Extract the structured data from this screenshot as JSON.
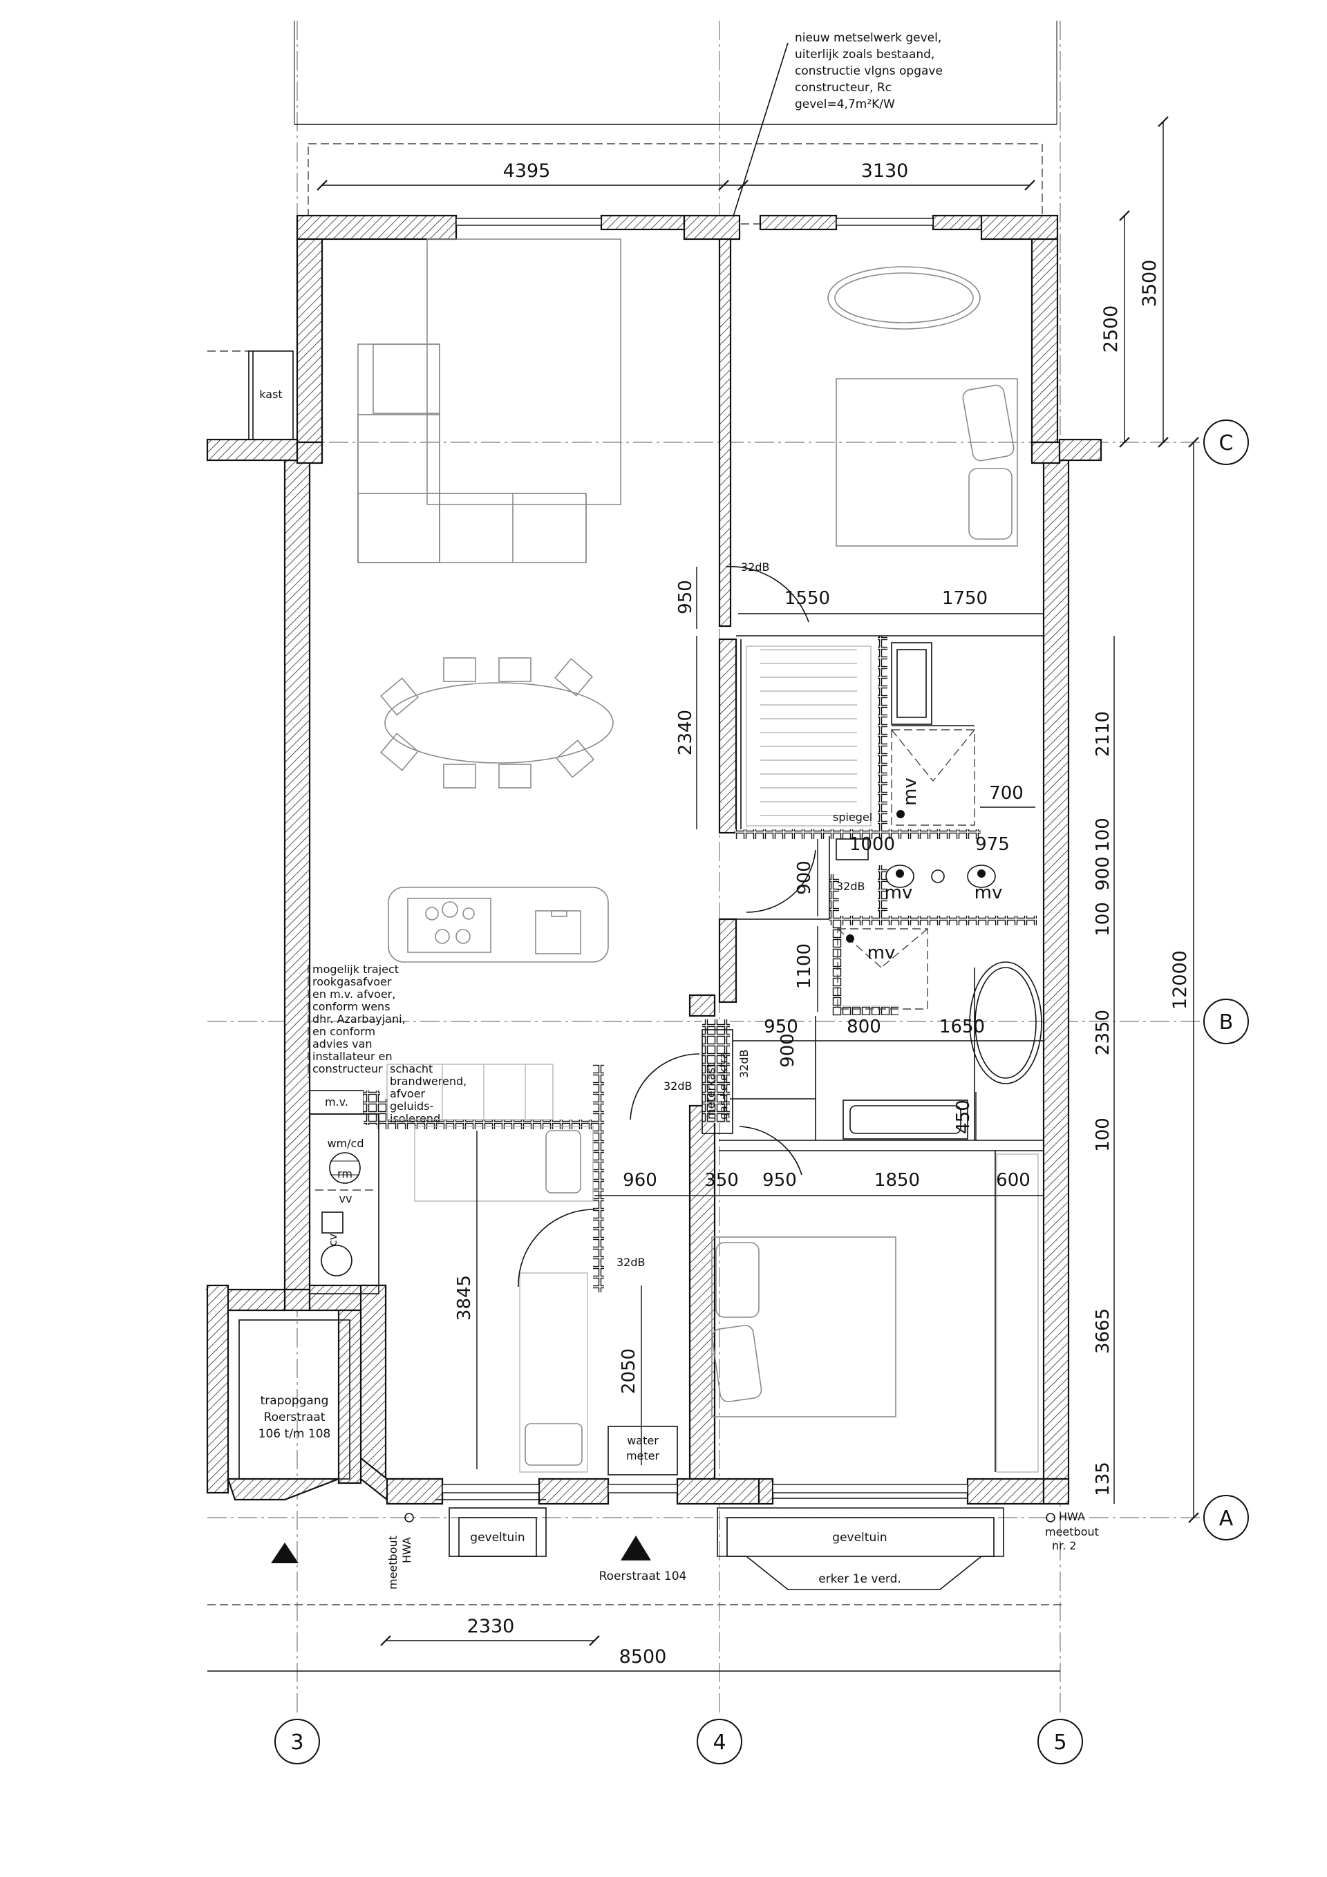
{
  "title_note": {
    "lines": [
      "nieuw metselwerk gevel,",
      "uiterlijk zoals bestaand,",
      "constructie vlgns opgave",
      "constructeur, Rc",
      "gevel=4,7m²K/W"
    ]
  },
  "grid": {
    "col_3": "3",
    "col_4": "4",
    "col_5": "5",
    "row_a": "A",
    "row_b": "B",
    "row_c": "C"
  },
  "dimensions": {
    "top_left": "4395",
    "top_right": "3130",
    "bottom_2330": "2330",
    "bottom_8500": "8500",
    "right_3500": "3500",
    "right_2500": "2500",
    "right_12000": "12000",
    "right_2110": "2110",
    "right_100a": "100",
    "right_900": "900",
    "right_100b": "100",
    "right_2350": "2350",
    "right_100c": "100",
    "right_3665": "3665",
    "right_135": "135",
    "d_950_v": "950",
    "d_2340": "2340",
    "d_1550": "1550",
    "d_1750": "1750",
    "d_700": "700",
    "d_1000": "1000",
    "d_975": "975",
    "d_900_v": "900",
    "d_1100": "1100",
    "d_950_h": "950",
    "d_800": "800",
    "d_1650": "1650",
    "d_900_v2": "900",
    "d_450": "450",
    "d_960": "960",
    "d_350": "350",
    "d_950_b": "950",
    "d_1850": "1850",
    "d_600": "600",
    "d_3845": "3845",
    "d_2050": "2050"
  },
  "labels": {
    "kast": "kast",
    "db_1": "32dB",
    "db_2": "32dB",
    "db_3": "32dB",
    "db_4": "32dB",
    "db_5": "32dB",
    "spiegel": "spiegel",
    "mv_1": "mv",
    "mv_2": "mv",
    "mv_3": "mv",
    "mv_4": "mv",
    "mv_box": "m.v.",
    "wmcd": "wm/cd",
    "rm": "rm",
    "vv": "vv",
    "cv": "cv",
    "meterkast_1": "meterkast",
    "meterkast_2": "gas+elektra",
    "schacht": [
      "schacht",
      "brandwerend,",
      "afvoer",
      "geluids-",
      "isolerend"
    ],
    "project_note": [
      "mogelijk traject",
      "rookgasafvoer",
      "en m.v. afvoer,",
      "conform wens",
      "dhr. Azarbayjani,",
      "en conform",
      "advies van",
      "installateur en",
      "constructeur"
    ],
    "water_1": "water",
    "water_2": "meter",
    "trap_1": "trapopgang",
    "trap_2": "Roerstraat",
    "trap_3": "106 t/m 108",
    "geveltuin_1": "geveltuin",
    "geveltuin_2": "geveltuin",
    "roerstraat": "Roerstraat 104",
    "erker": "erker 1e verd.",
    "meetbout_l1": "meetbout",
    "meetbout_l2": "HWA",
    "meetbout_r1": "HWA",
    "meetbout_r2": "meetbout",
    "meetbout_r3": "nr. 2"
  }
}
